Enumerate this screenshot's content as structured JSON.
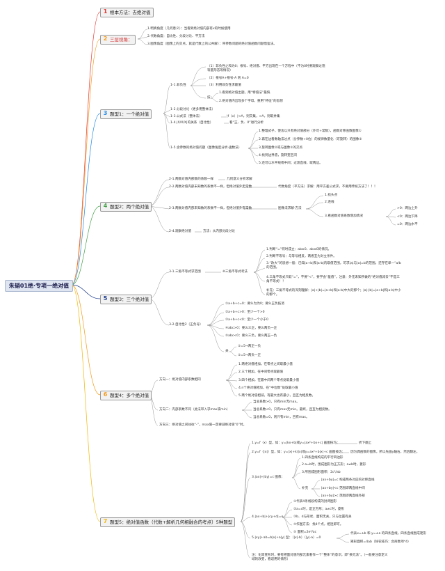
{
  "root": {
    "title": "朱韬01绝·专项一绝对值"
  },
  "topics": [
    {
      "num": "1",
      "title": "根本方法：去绝对值"
    },
    {
      "num": "2",
      "title": "三层视角："
    },
    {
      "num": "3",
      "title": "题型1：一个绝对值"
    },
    {
      "num": "4",
      "title": "题型2：两个绝对值"
    },
    {
      "num": "5",
      "title": "题型3：三个绝对值"
    },
    {
      "num": "6",
      "title": "题型4：多个绝对值"
    },
    {
      "num": "7",
      "title": "题型5：绝对值函数（代数+解析几何相融合的考点）5种题型"
    }
  ],
  "views": [
    "1.明真角度（几何意义）：当看到绝对值内部有x的时候使用",
    "2.代数角度：自比性、分段讨论、平方法",
    "3.图像角度（图像上的交点，就是代数上的公共解）：带参数问题的绝对值函数问题借鉴法。"
  ],
  "t1": {
    "nonneg": "1-1.非负性",
    "n1": "（1）非负性之和为0：根号、绝对值、平方出现在一个方程中（不为0时要观察过饱等量形态等情况）",
    "n2": "（2）根号A+根号-A 则 A=0",
    "n3": "（3）利用非负性求最值",
    "skill": "技：",
    "s1": "1.看到绝对值出题，用“特值法”最快",
    "s2": "2.绝对值内出现多个字母，重用“特征”的思想",
    "seg": "1-2.分段讨论（更多用整体法）",
    "formula": "1-3.公式法（整体法）",
    "formula_detail": "|f（x）|<A，则交集，>A，则取并集",
    "rel": "1-4.|X/X/X|的关系（自比性）",
    "rel_detail": "看“正、负、0”进行分析",
    "geo": "1-5.含参数的绝对值问题（图像角度分析·函数法）",
    "g1": "1.整理式子，使含以只有绝对值部分（外可+常数），函数对称函数图像①",
    "g2": "2.再在边看数轴法过点（分参数+0位）的规律数量化（可旋转）的图像②",
    "g3": "3.旋转图像②或与图像①的交点",
    "g4": "4.找到边界值，旋转变区间",
    "g5": "5.还可以水平线或中间；过渡直线、取两边。"
  },
  "t2": {
    "a": "2-1.两数对值内部数的系数一样",
    "a_detail": "几何意义分析求解",
    "b": "2-2.两数对值内部未知数的系数不一样，但绝对值外无常数",
    "b_detail": "代数角度（平方法）求解：用平方差公式求，不要用传统方法了！！！",
    "c": "2-3.两数对值内部未知数的系数不一样，但绝对值外有常数",
    "c_mid": "图像法求解·方法",
    "c1": "1.找头点",
    "c2": "2.连线",
    "c3": "3.看函数对值系数增加情况",
    "d1": ">0：两边上升",
    "d2": "<0：两边下降",
    "d3": "=0：两边水平",
    "d": "2-4.观察绝对值",
    "d_detail": "方法：从内部分段讨论"
  },
  "t3": {
    "ineq": "3-1.三角不等式求范围",
    "ineq_mid": "※三角不等式考法",
    "i1": "1.判断“=”何时成立：ab≥0、ab≤0的情况。",
    "i2": "2.判断不等号：与等号相反，两者互为对立条件。",
    "i3": "3.“改大”的思想一般：已知|a+b|和|a-b|的取值范围，可求|a|与|a|=b的范围。还存在单一“a/b的范围。",
    "i4": "4.三角不等式只取“=”，不要“<”，要学会“差值”，注意：外无未知所做的“绝对值减去”不是三角不等式！！",
    "i5": "补充：三角不等式的深刻理解：|a|+|b|=|a+b|和|a-b|中大的那个；|a|-|b|=|a+b|和|a-b|中小的那个。",
    "self": "3-2.自比性2（正负号）",
    "p1": "①a+b+c=0：要么为为0；要么正负抵消",
    "p2": "②a+b+c>0：至少一个>0",
    "p3": "③a+b+c<0：至少一个小于0",
    "p4": "④abc>0：要么三正，要么两负一正",
    "p5": "⑤abc<0：要么三负，要么两正一负",
    "test": "关",
    "q1": "①=5→两正一负",
    "q2": "①=5→两负一正"
  },
  "t4": {
    "dir1": "方向一：绝对值内部系数相同",
    "m1": "1.两绝对值相加，在零点之间取最小值",
    "m2": "2.三个相加，在中间零点取最值",
    "m3": "3.四个相加，在最中间两个零点处取最小值",
    "m4": "4.n个绝对值相加，在“中位数”处取最小值",
    "m5": "5.两个绝对值相减，有最大也有最小，且互为相反数。",
    "dir2": "方向二：内部系数不同（此法带入求max或min）",
    "k1": "当总系数>0，只有min无max。",
    "k2": "当总系数<0，只有max无min。最终，且互为相反数。",
    "k3": "当总系数=0，则只有min，且有max。",
    "dir3": "方向三：绝对值之间往往“-”，max值一定要减绝对值“0”时。"
  },
  "t5": {
    "a": "1.y=f（x）型，如：y=|kx+b|或y=|ax²+bx+c| 画图技巧：",
    "a_detail": "折下翻上",
    "b": "2.y=f（|x|）型，如：y=|x|+k/|x|或y=ax²+b|x|+c 画图技巧：",
    "b_detail": "因为偶函数的图像，所以先画y轴右，然后翻左。",
    "c": "3.|ax|+|by|=c 图像：",
    "c1": "1.四条直线构成的平行四边形",
    "c2": "2.a=b时，围成图形为正方形；a≠b时，菱形",
    "c3": "3.所围成图形面积：2c²/ab",
    "c_sup": "补充",
    "d1": "|ax+by|=c 构成两条对应的对称直线",
    "d2": "|ax+by|<c 范围即两直线中间",
    "d3": "|ax+by|>c 范围即两直线外部",
    "e": "4.|ax+b|+|cy+d|=e",
    "e1": "①代表4条线段构成的封闭图形",
    "e2": "②a=c时，是正方形；a≠c时，菱形",
    "e3": "③b、d与形状、面积无关，只与位置有关",
    "e4": "④作图方法：找4个点，相连即可。",
    "e5": "⑤ 面积=2e²/ac",
    "f": "5.|xy|+ab=b|x|+a|y| 型：（|x|-b）（|y|-a）=0",
    "f1": "代表x=±b 和 y=±a 的四条直线，四条直线围成矩形",
    "f2": "矩形面积=4ab（除农技巧：合商数项*4）",
    "note": "注：化简变形时，要有把面对值内部元素看作一个“整体”的意识，即“换元法”。（一般要注意定义域的改变，看适用的情形）"
  }
}
